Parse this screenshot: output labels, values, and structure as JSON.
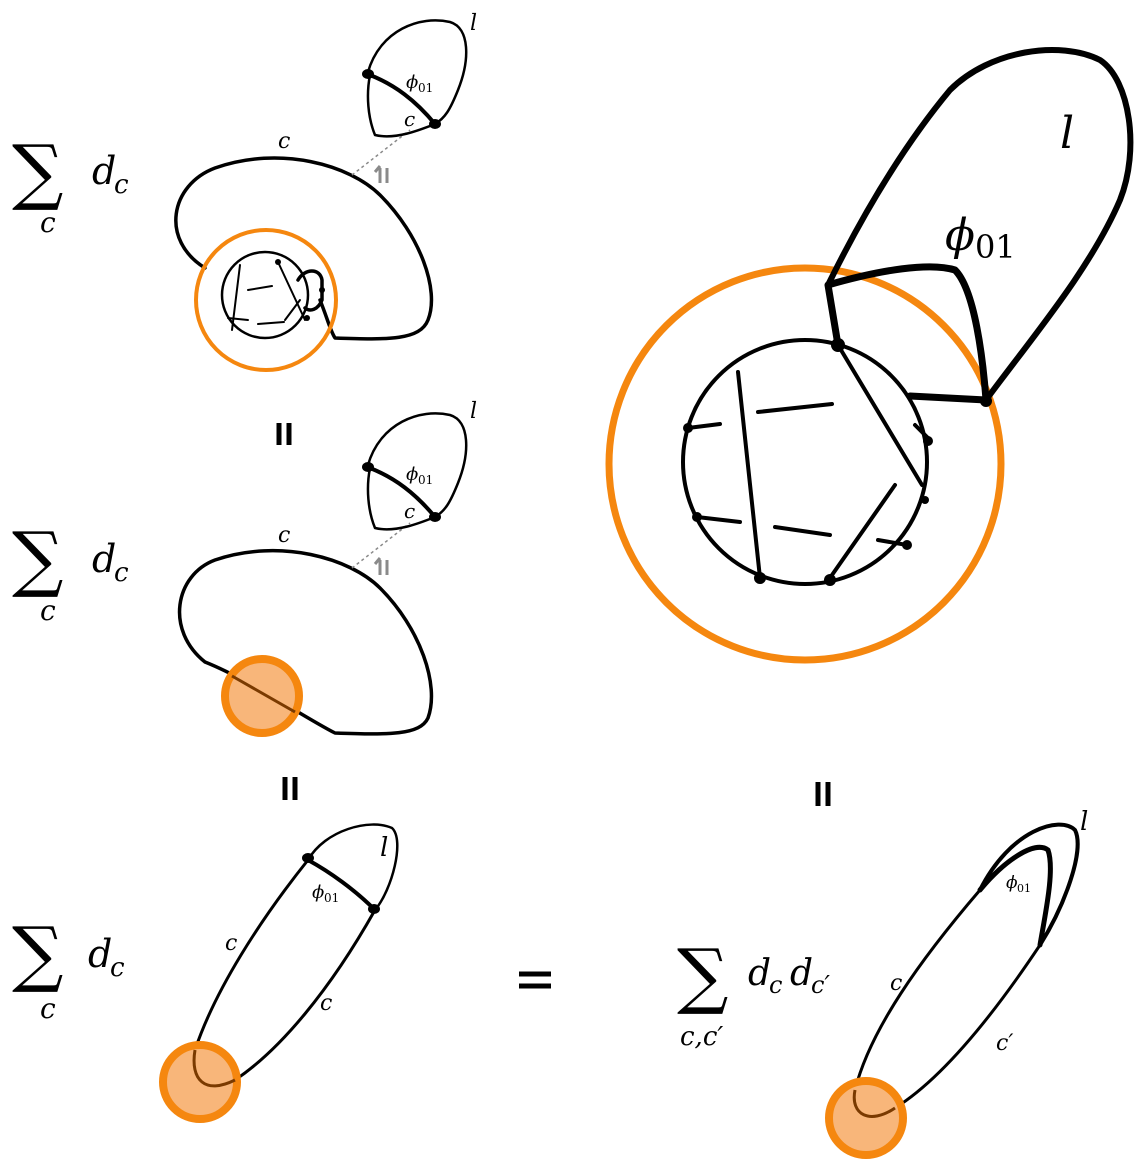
{
  "colors": {
    "ink": "#000000",
    "orange": "#f5870f",
    "orange_fill": "#f8b67a",
    "grey_arrow": "#8a8a8a"
  },
  "labels": {
    "sum_symbol": "∑",
    "sum_index_c": "c",
    "sum_index_cc": "c,c′",
    "term_d": "d",
    "sub_c": "c",
    "sub_cprime": "c′",
    "edge_c": "c",
    "edge_cprime": "c′",
    "loop_l": "l",
    "phi": "ϕ",
    "phi_sub": "01",
    "equals": "=",
    "rotated_equals": "="
  }
}
